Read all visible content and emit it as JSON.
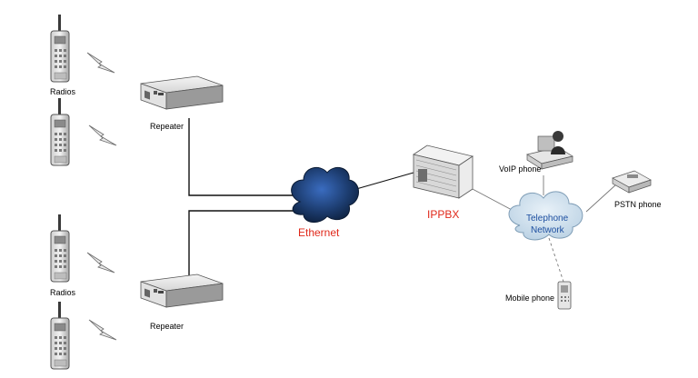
{
  "labels": {
    "radios_top": "Radios",
    "radios_bottom": "Radios",
    "repeater_top": "Repeater",
    "repeater_bottom": "Repeater",
    "ethernet": "Ethernet",
    "ippbx": "IPPBX",
    "telephone_network_line1": "Telephone",
    "telephone_network_line2": "Network",
    "voip_phone": "VoIP phone",
    "pstn_phone": "PSTN phone",
    "mobile_phone": "Mobile phone"
  },
  "colors": {
    "accent_red": "#e0281a",
    "network_blue": "#1d4fa0",
    "ethernet_cloud": "#1b3a6b",
    "telephone_cloud": "#c9dcea"
  },
  "icons": [
    "radio-icon",
    "lightning-icon",
    "repeater-icon",
    "ethernet-cloud-icon",
    "server-icon",
    "telephone-cloud-icon",
    "voip-phone-icon",
    "pstn-phone-icon",
    "mobile-phone-icon"
  ]
}
